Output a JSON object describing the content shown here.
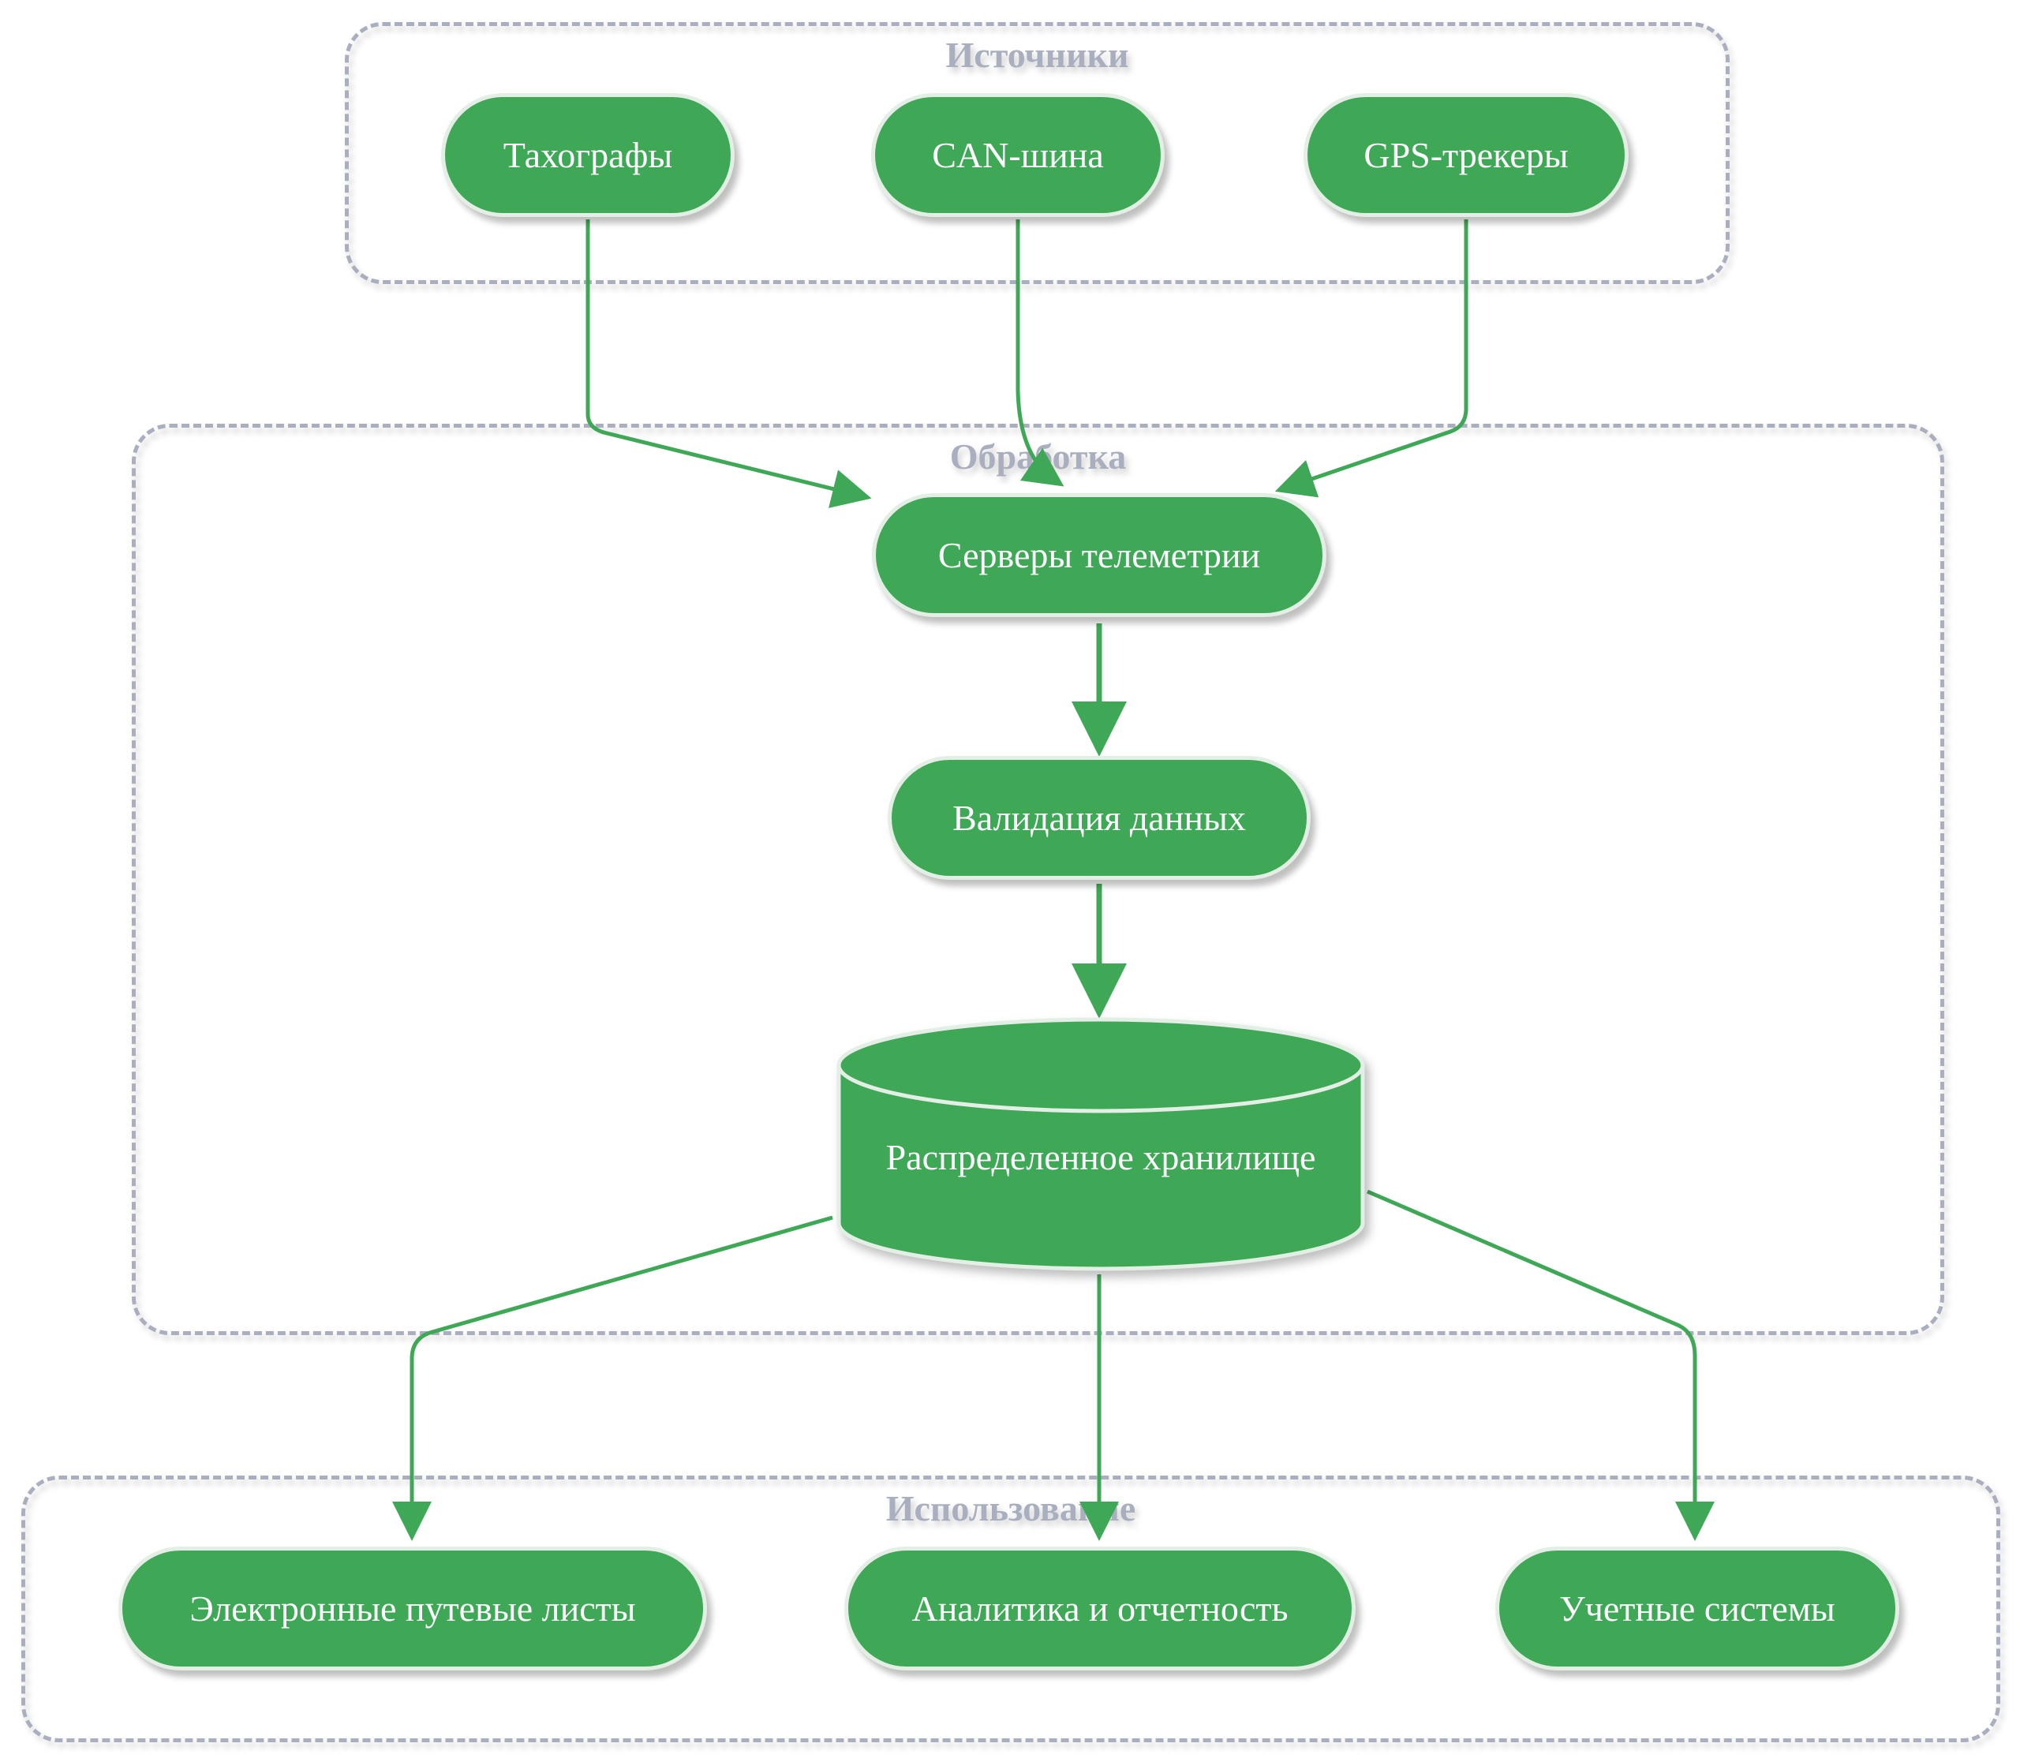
{
  "groups": {
    "sources": "Источники",
    "processing": "Обработка",
    "usage": "Использование"
  },
  "nodes": {
    "tachographs": "Тахографы",
    "can_bus": "CAN-шина",
    "gps_trackers": "GPS-трекеры",
    "telemetry_servers": "Серверы телеметрии",
    "data_validation": "Валидация данных",
    "distributed_storage": "Распределенное хранилище",
    "e_waybills": "Электронные путевые листы",
    "analytics_reporting": "Аналитика и отчетность",
    "accounting_systems": "Учетные системы"
  },
  "colors": {
    "node_fill": "#3fa856",
    "edge": "#3fa856",
    "group_border": "#a9afbf"
  }
}
